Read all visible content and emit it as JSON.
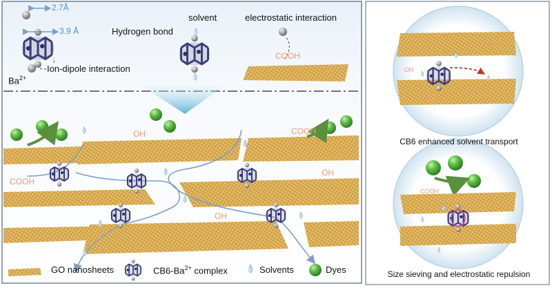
{
  "top_labels": {
    "dim_top": "2.7Å",
    "dim_bottom": "3.9 Å",
    "ion": "Ba",
    "ion_sup": "2+",
    "ion_dipole": "Ion-dipole interaction",
    "solvent": "solvent",
    "hydrogen_bond": "Hydrogen bond",
    "electrostatic": "electrostatic interaction",
    "cooh": "COOH"
  },
  "groups": {
    "oh": "OH",
    "cooh": "COOH"
  },
  "legend": {
    "go": "GO nanosheets",
    "complex_prefix": "CB6-Ba",
    "complex_sup": "2+",
    "complex_suffix": " complex",
    "solvents": "Solvents",
    "dyes": "Dyes"
  },
  "right_panel": {
    "caption_top": "CB6 enhanced solvent transport",
    "caption_bottom": "Size sieving and electrostatic repulsion"
  },
  "colors": {
    "sheet": "#e2b45c",
    "sheet_stripe": "#b98a30",
    "dye": "#4fae3f",
    "arrow": "#5a8f3c",
    "flow": "#7f9fc8",
    "panel_bg_top": "#e5eef6",
    "panel_border": "#6f8295",
    "group_text": "#ef9a77",
    "dim_text": "#4a90c8"
  }
}
